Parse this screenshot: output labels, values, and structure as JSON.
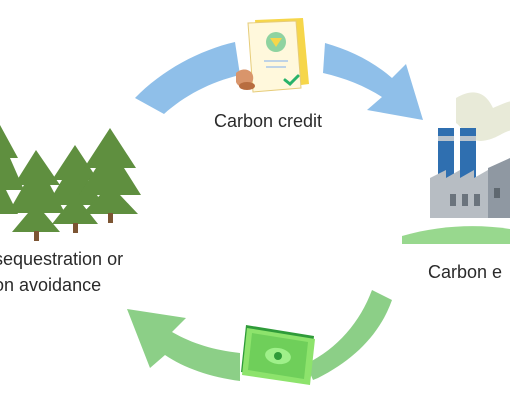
{
  "diagram": {
    "nodes": {
      "carbon_credit": {
        "label": "Carbon credit",
        "icon": "certificate-with-stamp-icon"
      },
      "carbon_emitter": {
        "label": "Carbon e",
        "icon": "factory-icon"
      },
      "sequestration": {
        "label_line1": "sequestration or",
        "label_line2": "on avoidance",
        "icon": "pine-forest-icon"
      },
      "payment": {
        "icon": "banknote-stack-icon"
      }
    },
    "arrows": [
      {
        "from": "carbon_credit",
        "to": "carbon_emitter",
        "color": "#8fbfe9"
      },
      {
        "from": "sequestration",
        "to": "carbon_credit",
        "color": "#8fbfe9"
      },
      {
        "from": "carbon_emitter",
        "to": "payment",
        "color": "#8ccf87"
      },
      {
        "from": "payment",
        "to": "sequestration",
        "color": "#8ccf87"
      }
    ],
    "colors": {
      "arrow_blue": "#8fbfe9",
      "arrow_green": "#8ccf87",
      "tree_green": "#5f8f3f",
      "money_green": "#6fcf5a",
      "certificate_yellow": "#f6d64a",
      "factory_blue": "#2f6fb0",
      "factory_gray": "#b7bdc3"
    }
  }
}
